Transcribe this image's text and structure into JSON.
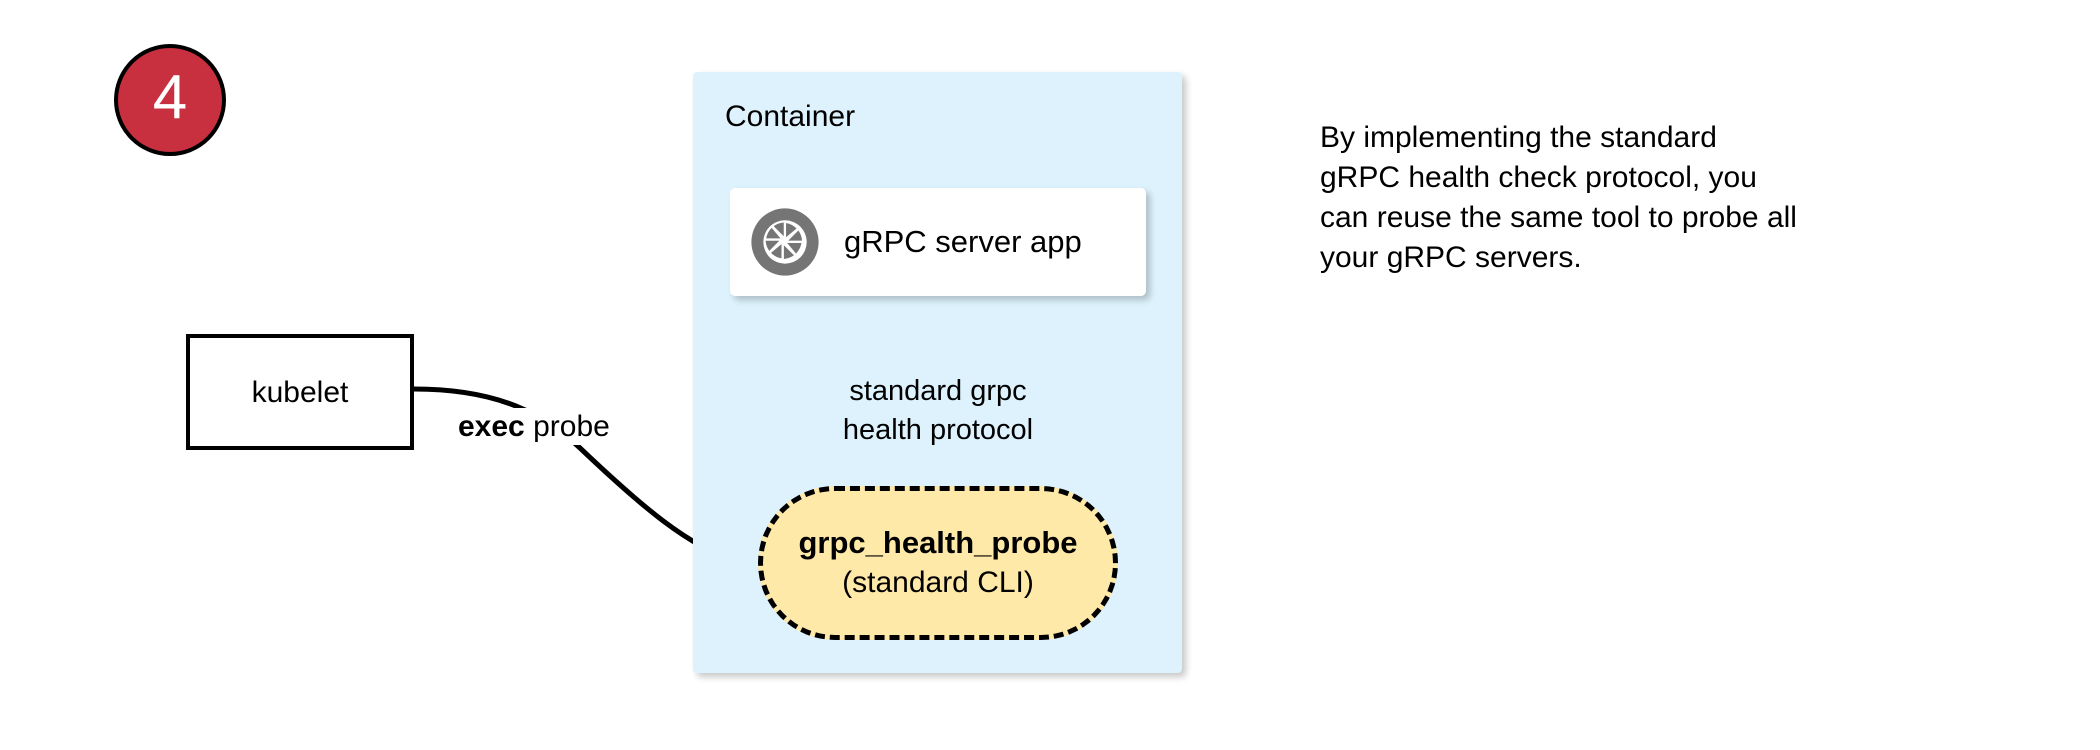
{
  "step": {
    "number": "4",
    "circle_color": "#c8303f",
    "text_color": "#ffffff"
  },
  "kubelet": {
    "label": "kubelet"
  },
  "edges": {
    "exec_probe": {
      "strong": "exec",
      "rest": " probe"
    },
    "health_protocol_line1": "standard grpc",
    "health_protocol_line2": "health protocol"
  },
  "container": {
    "title": "Container",
    "fill_color": "#ddf2fc",
    "server_card": {
      "icon": "grpc-aperture-icon",
      "icon_color": "#757575",
      "label": "gRPC server app"
    },
    "probe_pill": {
      "title": "grpc_health_probe",
      "subtitle": "(standard CLI)",
      "fill_color": "#ffe9a8",
      "border_style": "dashed"
    }
  },
  "note": {
    "text": "By implementing the standard\ngRPC health check protocol, you\ncan reuse the same tool to probe all\nyour gRPC servers."
  }
}
